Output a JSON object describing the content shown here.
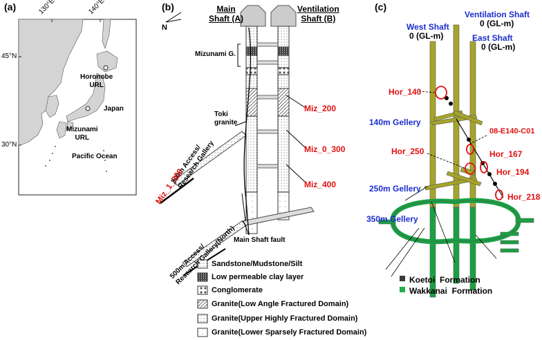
{
  "panel_a": {
    "label": "(a)",
    "lon_130": "130°E",
    "lon_140": "140°E",
    "lat_45": "45°N",
    "lat_30": "30°N",
    "horonobe": "Horonobe\nURL",
    "mizunami": "Mizunami\nURL",
    "japan": "Japan",
    "pacific": "Pacific Ocean"
  },
  "panel_b": {
    "label": "(b)",
    "north": "N",
    "main_shaft": "Main\nShaft (A)",
    "vent_shaft": "Ventilation\nShaft (B)",
    "mizunami_g": "Mizunami G.",
    "toki_granite": "Toki\ngranite",
    "gallery_300": "300m Access/\nResearch Gallery",
    "gallery_500": "500m Access/\nResearch Gallery(North)",
    "main_fault": "Main Shaft fault",
    "miz_200": "Miz_200",
    "miz_0_300": "Miz_0_300",
    "miz_400": "Miz_400",
    "miz_1_300": "Miz_1_300",
    "legend": [
      {
        "label": "Sandstone/Mudstone/Silt",
        "pattern": "sand"
      },
      {
        "label": "Low permeable clay layer",
        "pattern": "clay"
      },
      {
        "label": "Conglomerate",
        "pattern": "cong"
      },
      {
        "label": "Granite(Low Angle Fractured Domain)",
        "pattern": "hatch"
      },
      {
        "label": "Granite(Upper Highly Fractured Domain)",
        "pattern": "dots"
      },
      {
        "label": "Granite(Lower Sparsely Fractured Domain)",
        "pattern": "sparse"
      }
    ]
  },
  "panel_c": {
    "label": "(c)",
    "vent_shaft": "Ventilation Shaft",
    "vent_gl": "0 (GL-m)",
    "west_shaft": "West Shaft",
    "west_gl": "0 (GL-m)",
    "east_shaft": "East Shaft",
    "east_gl": "0 (GL-m)",
    "hor_140": "Hor_140",
    "gallery_140": "140m Gellery",
    "borehole": "08-E140-C01",
    "hor_250": "Hor_250",
    "hor_167": "Hor_167",
    "hor_194": "Hor_194",
    "gallery_250": "250m Gellery",
    "hor_218": "Hor_218",
    "gallery_350": "350m Gellery",
    "koetoi": "Koetoi  Formation",
    "wakkanai": "Wakkanai  Formation",
    "colors": {
      "koetoi": "#3a3a3a",
      "wakkanai": "#22b04b",
      "shaft_upper": "#a6a42a",
      "shaft_lower": "#1aa043",
      "label_red": "#e01010",
      "label_blue": "#1a2ecf"
    }
  }
}
